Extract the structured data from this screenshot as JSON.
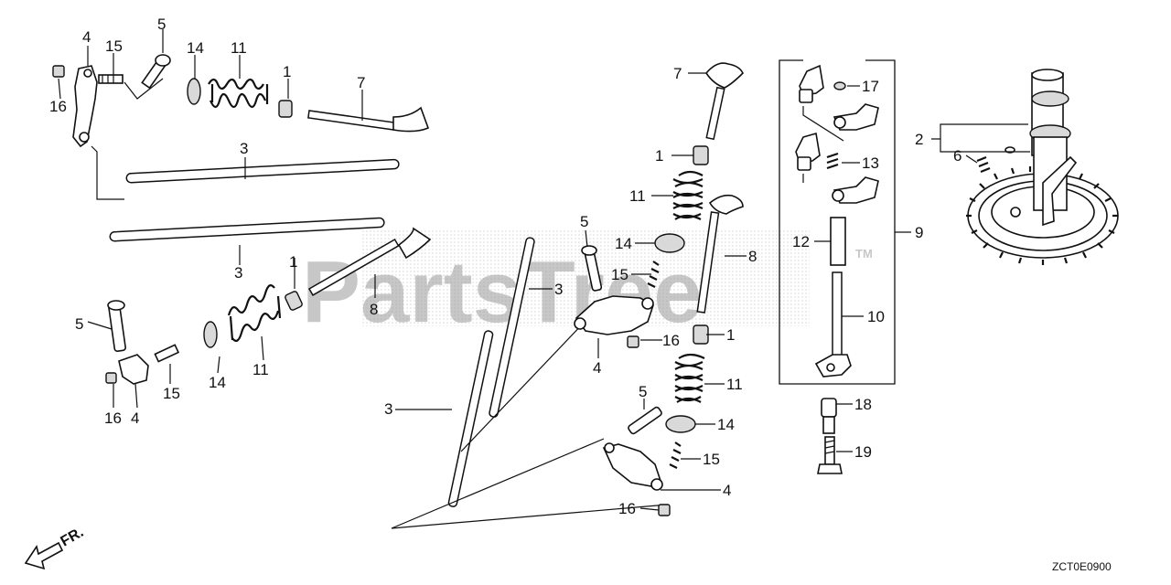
{
  "watermark": {
    "brand": "PartsTree",
    "trademark": "TM"
  },
  "diagram_code": "ZCT0E0900",
  "direction_marker": "FR.",
  "callouts": {
    "c1": "1",
    "c2": "2",
    "c3": "3",
    "c4": "4",
    "c5": "5",
    "c6": "6",
    "c7": "7",
    "c8": "8",
    "c9": "9",
    "c10": "10",
    "c11": "11",
    "c12": "12",
    "c13": "13",
    "c14": "14",
    "c15": "15",
    "c16": "16",
    "c17": "17",
    "c18": "18",
    "c19": "19"
  },
  "colors": {
    "ink": "#111111",
    "watermark": "#9a9a9a",
    "background": "#ffffff"
  }
}
